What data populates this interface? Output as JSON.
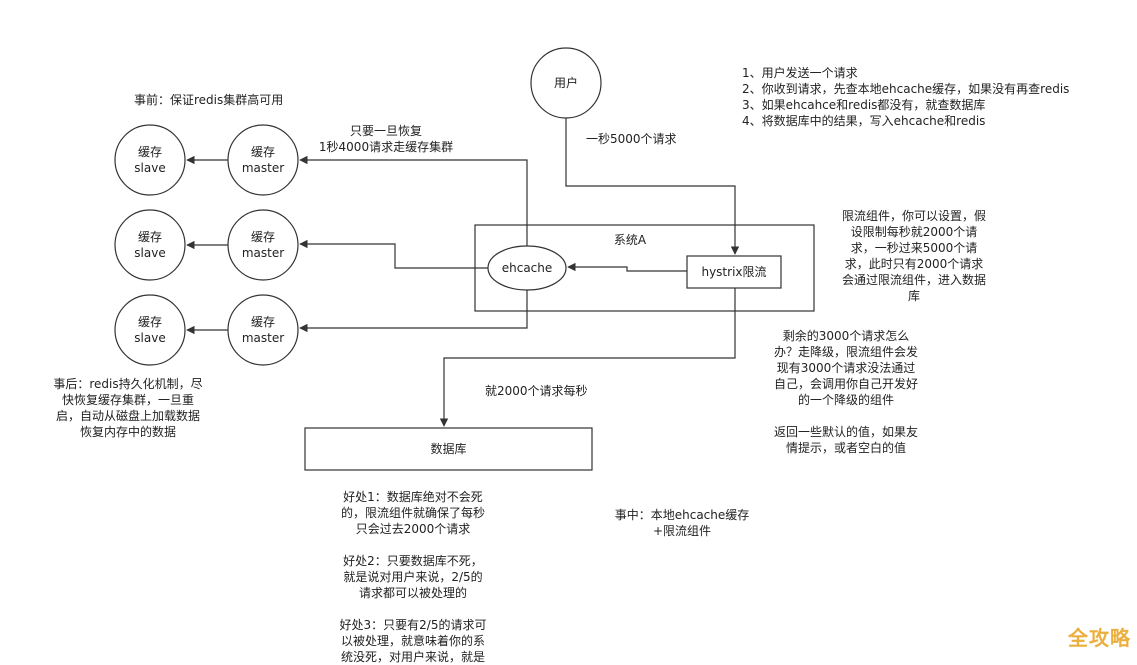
{
  "nodes": {
    "user": "用户",
    "system_a": "系统A",
    "ehcache": "ehcache",
    "hystrix": "hystrix限流",
    "database": "数据库",
    "cache_label": "缓存",
    "master_label": "master",
    "slave_label": "slave"
  },
  "labels": {
    "before": "事前：保证redis集群高可用",
    "recover_1": "只要一旦恢复",
    "recover_2": "1秒4000请求走缓存集群",
    "qps": "一秒5000个请求",
    "db_qps": "就2000个请求每秒"
  },
  "steps": [
    "1、用户发送一个请求",
    "2、你收到请求，先查本地ehcache缓存，如果没有再查redis",
    "3、如果ehcahce和redis都没有，就查数据库",
    "4、将数据库中的结果，写入ehcache和redis"
  ],
  "limiter_note": [
    "限流组件，你可以设置，假",
    "设限制每秒就2000个请",
    "求，一秒过来5000个请",
    "求，此时只有2000个请求",
    "会通过限流组件，进入数据",
    "库"
  ],
  "degrade_note": [
    "剩余的3000个请求怎么",
    "办？走降级，限流组件会发",
    "现有3000个请求没法通过",
    "自己，会调用你自己开发好",
    "的一个降级的组件"
  ],
  "default_note": [
    "返回一些默认的值，如果友",
    "情提示，或者空白的值"
  ],
  "after_note": [
    "事后：redis持久化机制，尽",
    "快恢复缓存集群，一旦重",
    "启，自动从磁盘上加载数据",
    "恢复内存中的数据"
  ],
  "during_note": [
    "事中：本地ehcache缓存",
    "+限流组件"
  ],
  "benefit_1": [
    "好处1：数据库绝对不会死",
    "的，限流组件就确保了每秒",
    "只会过去2000个请求"
  ],
  "benefit_2": [
    "好处2：只要数据库不死，",
    "就是说对用户来说，2/5的",
    "请求都可以被处理的"
  ],
  "benefit_3": [
    "好处3：只要有2/5的请求可",
    "以被处理，就意味着你的系",
    "统没死，对用户来说，就是"
  ],
  "watermark": "全攻略",
  "colors": {
    "line": "#333333",
    "wm": "#e8a21e"
  }
}
